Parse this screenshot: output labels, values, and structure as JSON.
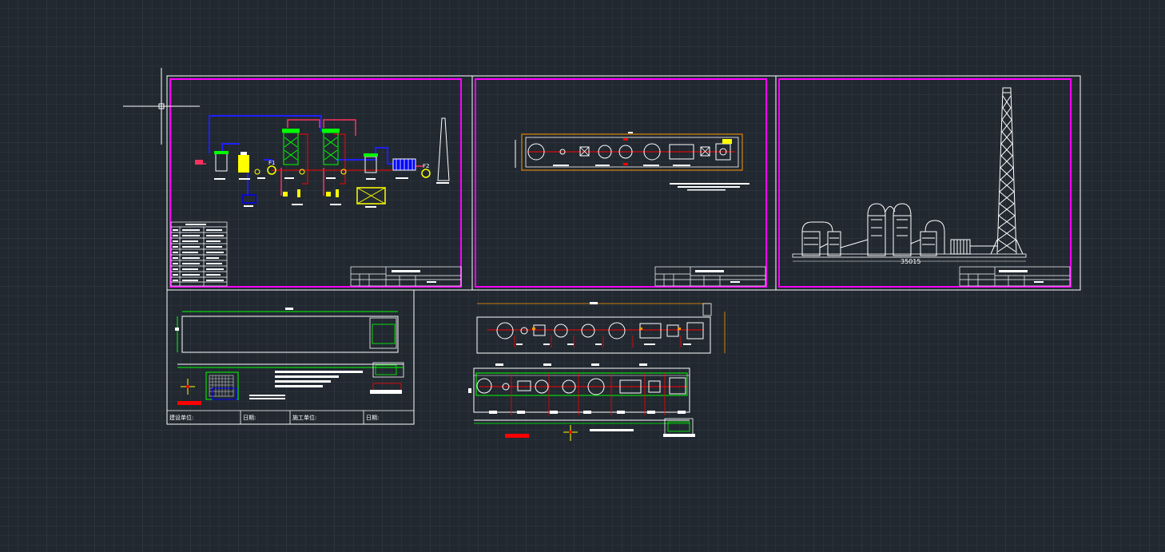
{
  "drawing": {
    "dimension_label": "35015",
    "title_block": {
      "build_unit_label": "建设单位:",
      "date_label_1": "日期:",
      "construction_unit_label": "施工单位:",
      "date_label_2": "日期:"
    },
    "equipment_labels": [
      "F1",
      "F2"
    ]
  },
  "colors": {
    "background": "#212830",
    "frame": "#ffffff",
    "sheet_border": "#ff00ff",
    "pipe_blue": "#0000ff",
    "pipe_red": "#ff0000",
    "equipment_green": "#00ff00",
    "equipment_yellow": "#ffff00",
    "plan_orange": "#ff9900"
  }
}
